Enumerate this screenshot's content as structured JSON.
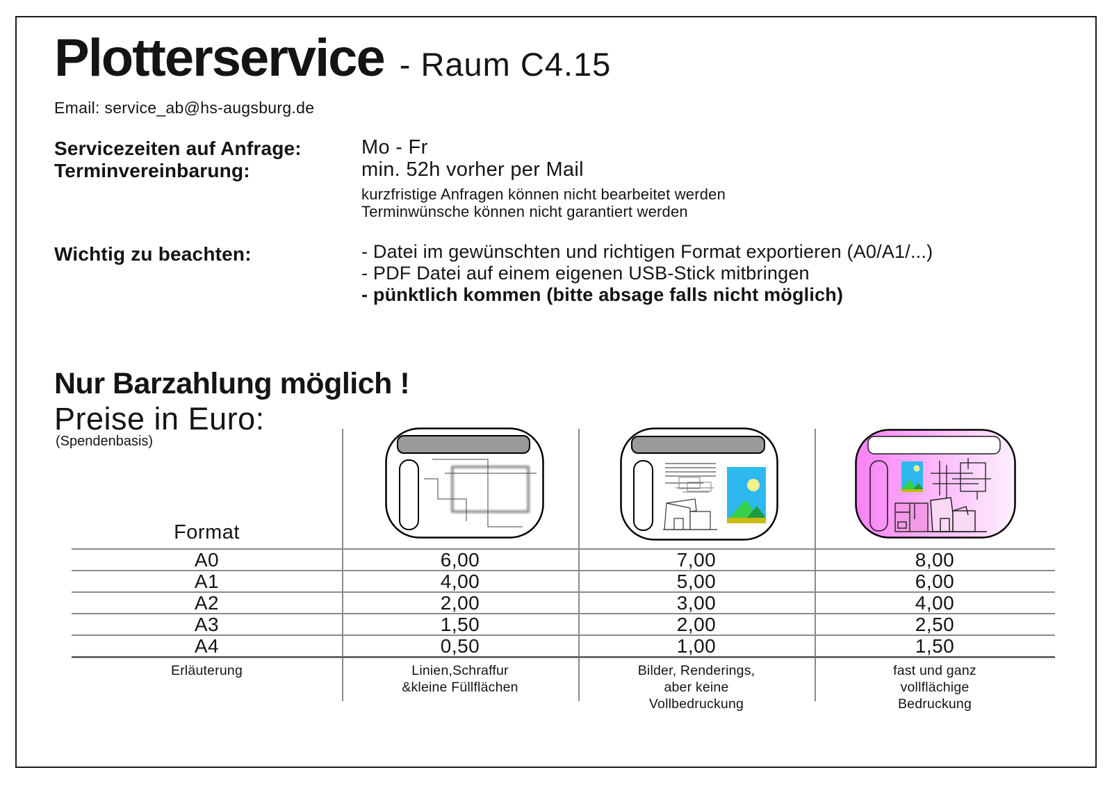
{
  "document": {
    "title": "Plotterservice",
    "subtitle": "- Raum C4.15",
    "email_line": "Email: service_ab@hs-augsburg.de"
  },
  "service_info": {
    "rows": [
      {
        "label": "Servicezeiten auf Anfrage:",
        "value": "Mo - Fr"
      },
      {
        "label": "Terminvereinbarung:",
        "value": "min. 52h vorher per Mail"
      }
    ],
    "notes": [
      "kurzfristige Anfragen können nicht bearbeitet werden",
      "Terminwünsche können nicht garantiert werden"
    ]
  },
  "important": {
    "label": "Wichtig zu beachten:",
    "items": [
      "- Datei im gewünschten und richtigen Format exportieren (A0/A1/...)",
      "- PDF Datei auf einem eigenen USB-Stick mitbringen",
      "- pünktlich kommen (bitte absage falls nicht möglich)"
    ]
  },
  "pricing": {
    "headline": "Nur Barzahlung möglich !",
    "subheadline": "Preise in Euro:",
    "basis_note": "(Spendenbasis)",
    "format_header": "Format",
    "explanation_label": "Erläuterung",
    "rows": [
      {
        "format": "A0",
        "linework": "6,00",
        "images": "7,00",
        "full": "8,00"
      },
      {
        "format": "A1",
        "linework": "4,00",
        "images": "5,00",
        "full": "6,00"
      },
      {
        "format": "A2",
        "linework": "2,00",
        "images": "3,00",
        "full": "4,00"
      },
      {
        "format": "A3",
        "linework": "1,50",
        "images": "2,00",
        "full": "2,50"
      },
      {
        "format": "A4",
        "linework": "0,50",
        "images": "1,00",
        "full": "1,50"
      }
    ],
    "explanations": {
      "linework": [
        "Linien,Schraffur",
        "&kleine Füllflächen"
      ],
      "images": [
        "Bilder, Renderings,",
        "aber keine",
        "Vollbedruckung"
      ],
      "full": [
        "fast und ganz",
        "vollflächige",
        "Bedruckung"
      ]
    }
  },
  "icons": {
    "linework_card": "plot-sample-linework-icon",
    "images_card": "plot-sample-images-icon",
    "full_card": "plot-sample-fullcoverage-icon"
  },
  "colors": {
    "pink_gradient_start": "#fa80f6",
    "pink_gradient_end": "#fdf1fc",
    "sky_blue": "#2eb8f0",
    "sun_yellow": "#f3f08e",
    "mountain_green": "#36d14b",
    "mountain_dark_green": "#1e9c40",
    "ground_olive": "#c8ba10",
    "titlebar_gray": "#9a9a9a",
    "table_line_gray": "#8a8a8a"
  }
}
